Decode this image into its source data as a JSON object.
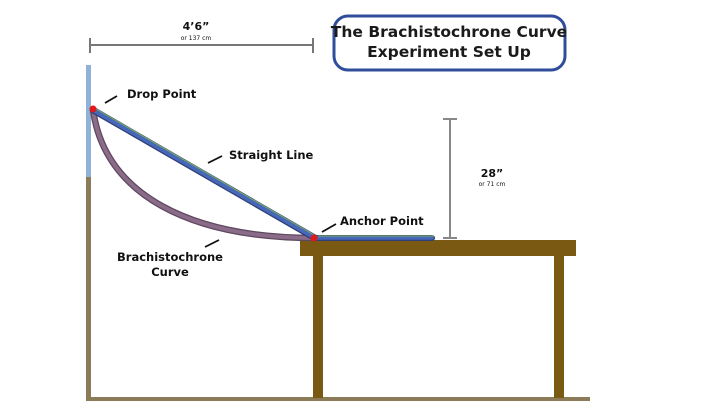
{
  "title": {
    "line1": "The Brachistochrone Curve",
    "line2": "Experiment Set Up"
  },
  "labels": {
    "drop_point": "Drop Point",
    "straight_line": "Straight Line",
    "anchor_point": "Anchor Point",
    "brachistochrone_line1": "Brachistochrone",
    "brachistochrone_line2": "Curve"
  },
  "dimensions": {
    "horizontal": "4’6”",
    "horizontal_metric": "or 137 cm",
    "vertical": "28”",
    "vertical_metric": "or 71 cm"
  },
  "colors": {
    "title_border": "#2f4d9a",
    "wood": "#7a5a12",
    "ground": "#8b7b58",
    "post_upper": "#8fb2d6",
    "straight_track": "#4768b8",
    "curve_track": "#8a6b88",
    "point_marker": "#e01a1a",
    "dimension_line": "#777777"
  }
}
